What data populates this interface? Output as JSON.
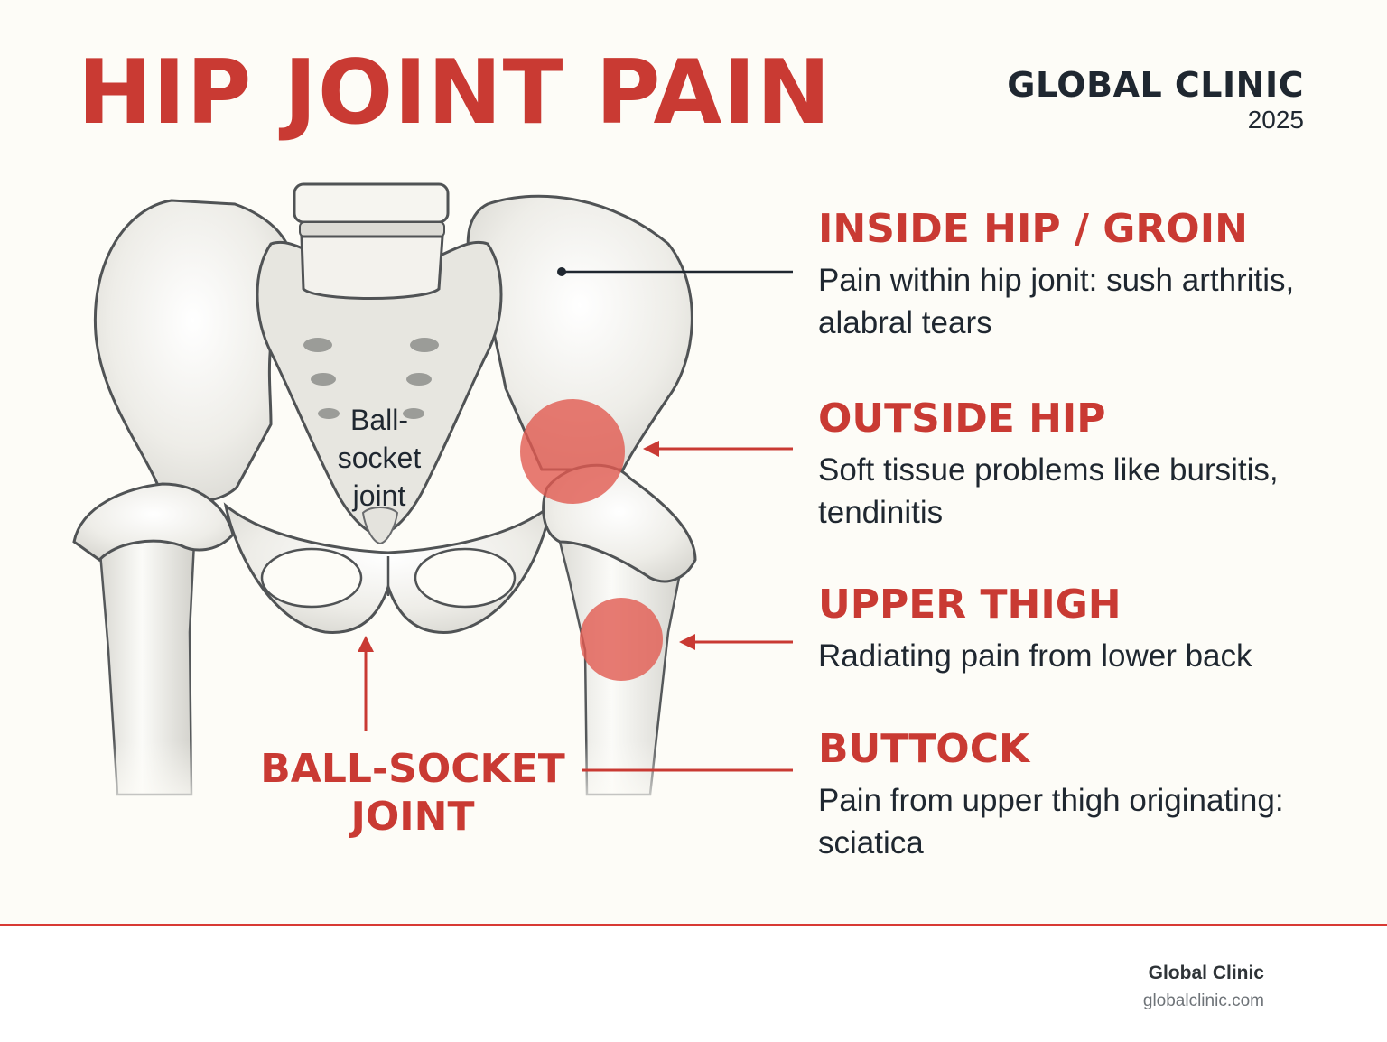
{
  "header": {
    "title": "HIP JOINT PAIN",
    "brand_name": "GLOBAL CLINIC",
    "brand_year": "2025"
  },
  "illustration": {
    "inner_label": "Ball-\nsocket\njoint",
    "joint_label": "BALL-SOCKET\nJOINT"
  },
  "callouts": [
    {
      "heading": "INSIDE HIP / GROIN",
      "text": "Pain within hip jonit: sush arthritis, alabral tears"
    },
    {
      "heading": "OUTSIDE HIP",
      "text": "Soft tissue problems like bursitis, tendinitis"
    },
    {
      "heading": "UPPER THIGH",
      "text": "Radiating pain from lower back"
    },
    {
      "heading": "BUTTOCK",
      "text": "Pain from upper thigh originating: sciatica"
    }
  ],
  "footer": {
    "name": "Global Clinic",
    "url": "globalclinic.com"
  },
  "colors": {
    "accent": "#c93a33",
    "pain_spot": "#e15a50",
    "text": "#1f2730",
    "background": "#fdfcf7"
  }
}
